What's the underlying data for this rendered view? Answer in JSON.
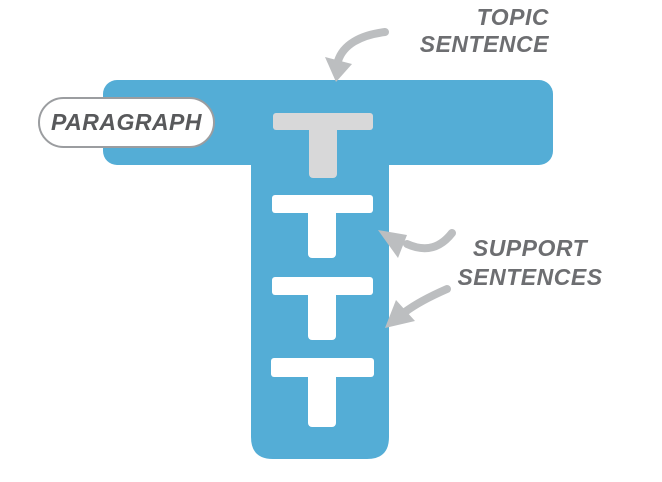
{
  "page": {
    "background": "#FFFFFF"
  },
  "labels": {
    "paragraph": "PARAGRAPH",
    "topic": {
      "line1": "TOPIC",
      "line2": "SENTENCE"
    },
    "support": {
      "line1": "SUPPORT",
      "line2": "SENTENCES"
    }
  },
  "colors": {
    "blue": "#54ADD6",
    "topic_t": "#D8D8D9",
    "support_t": "#FFFFFF",
    "arrow": "#BCBEC0",
    "label_text": "#6D6E71",
    "pill_text": "#58595B",
    "pill_border": "#9B9DA0",
    "pill_bg": "#FFFFFF"
  },
  "diagram": {
    "topic_t_count": 1,
    "support_t_count": 3
  }
}
